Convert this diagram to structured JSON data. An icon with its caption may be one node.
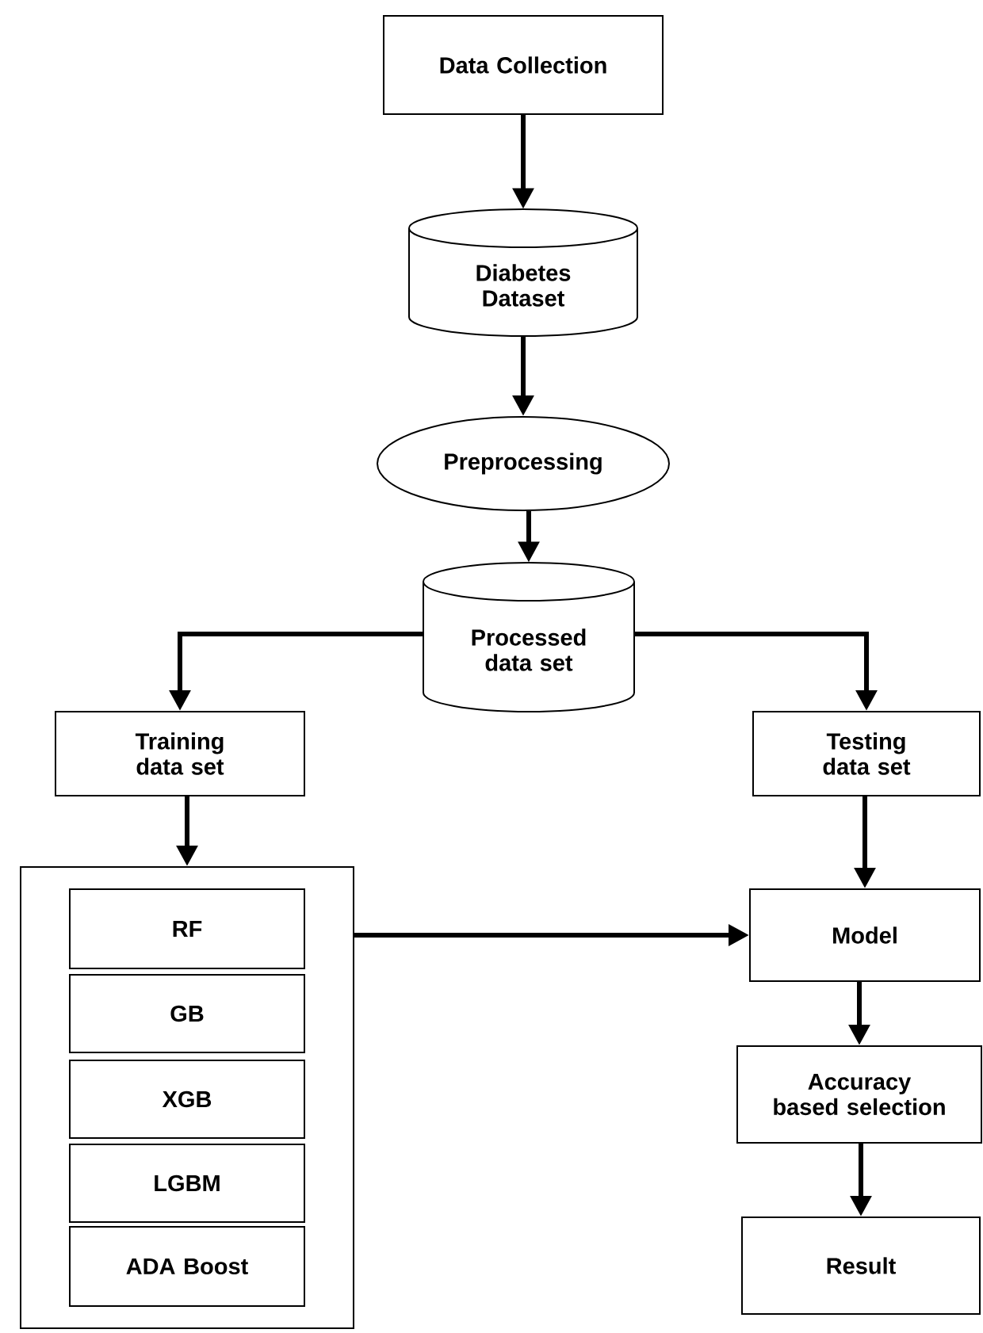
{
  "diagram": {
    "nodes": [
      {
        "text": [
          "Data Collection"
        ]
      },
      {
        "text": [
          "Diabetes Dataset"
        ]
      },
      {
        "text": [
          "Preprocessing"
        ]
      },
      {
        "text": [
          "Processed data set"
        ]
      },
      {
        "text": [
          "Training data set"
        ]
      },
      {
        "text": [
          "Testing data set"
        ]
      },
      {
        "text": [],
        "shape": "box"
      },
      {
        "text": [
          "RF"
        ],
        "in": 6
      },
      {
        "text": [
          "GB"
        ],
        "in": 6
      },
      {
        "text": [
          "XGB"
        ],
        "in": 6
      },
      {
        "text": [
          "LGBM"
        ],
        "in": 6
      },
      {
        "text": [
          "ADA Boost"
        ],
        "in": 6
      },
      {
        "text": [
          "Model"
        ]
      },
      {
        "text": [
          "Accuracy based selection"
        ]
      },
      {
        "text": [
          "Result"
        ]
      }
    ],
    "edges": [
      {
        "from": 0,
        "to": 1,
        "arrow": "to"
      },
      {
        "from": 1,
        "to": 2,
        "arrow": "to"
      },
      {
        "from": 2,
        "to": 3,
        "arrow": "to"
      },
      {
        "from": 3,
        "to": 4,
        "arrow": "to"
      },
      {
        "from": 3,
        "to": 5,
        "arrow": "to"
      },
      {
        "from": 4,
        "to": 6,
        "arrow": "to"
      },
      {
        "from": 5,
        "to": 12,
        "arrow": "to"
      },
      {
        "from": 6,
        "to": 12,
        "arrow": "to"
      },
      {
        "from": 12,
        "to": 13,
        "arrow": "to"
      },
      {
        "from": 13,
        "to": 14,
        "arrow": "to"
      }
    ]
  }
}
